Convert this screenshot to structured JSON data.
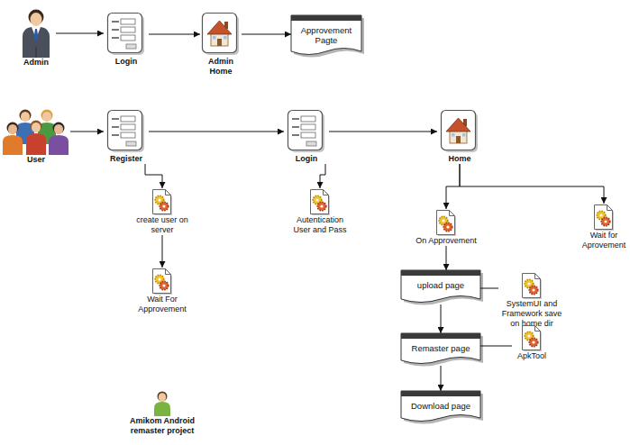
{
  "diagram": {
    "nodes": [
      {
        "text": [
          "Admin"
        ]
      },
      {
        "text": [
          "Login"
        ]
      },
      {
        "text": [
          "Admin Home"
        ]
      },
      {
        "text": [
          "Approvement Pagte"
        ]
      },
      {
        "text": [
          "User"
        ]
      },
      {
        "text": [
          "Register"
        ]
      },
      {
        "text": [
          "Login"
        ]
      },
      {
        "text": [
          "Home"
        ]
      },
      {
        "text": [
          "create user on server"
        ]
      },
      {
        "text": [
          "Autentication User and Pass"
        ]
      },
      {
        "text": [
          "On Approvement"
        ]
      },
      {
        "text": [
          "Wait for Aprovement"
        ]
      },
      {
        "text": [
          "Wait For Approvement"
        ]
      },
      {
        "text": [
          "upload page"
        ]
      },
      {
        "text": [
          "SystemUI and Framework save on home dir"
        ]
      },
      {
        "text": [
          "Remaster page"
        ]
      },
      {
        "text": [
          "ApkTool"
        ]
      },
      {
        "text": [
          "Download page"
        ]
      },
      {
        "text": [
          "Amikom Android remaster project"
        ]
      }
    ],
    "edges": [
      {
        "from": 0,
        "to": 1,
        "arrow": "to"
      },
      {
        "from": 1,
        "to": 2,
        "arrow": "to"
      },
      {
        "from": 2,
        "to": 3,
        "arrow": "to"
      },
      {
        "from": 4,
        "to": 5,
        "arrow": "to"
      },
      {
        "from": 5,
        "to": 6,
        "arrow": "to"
      },
      {
        "from": 6,
        "to": 7,
        "arrow": "to"
      },
      {
        "from": 5,
        "to": 8,
        "arrow": "to"
      },
      {
        "from": 8,
        "to": 12,
        "arrow": "to"
      },
      {
        "from": 6,
        "to": 9,
        "arrow": "to"
      },
      {
        "from": 7,
        "to": 10,
        "arrow": "to"
      },
      {
        "from": 7,
        "to": 11,
        "arrow": "to"
      },
      {
        "from": 10,
        "to": 13,
        "arrow": "to"
      },
      {
        "from": 13,
        "to": 15,
        "arrow": "to"
      },
      {
        "from": 15,
        "to": 17,
        "arrow": "to"
      },
      {
        "from": 13,
        "to": 14,
        "arrow": "none"
      },
      {
        "from": 15,
        "to": 16,
        "arrow": "none"
      }
    ]
  }
}
